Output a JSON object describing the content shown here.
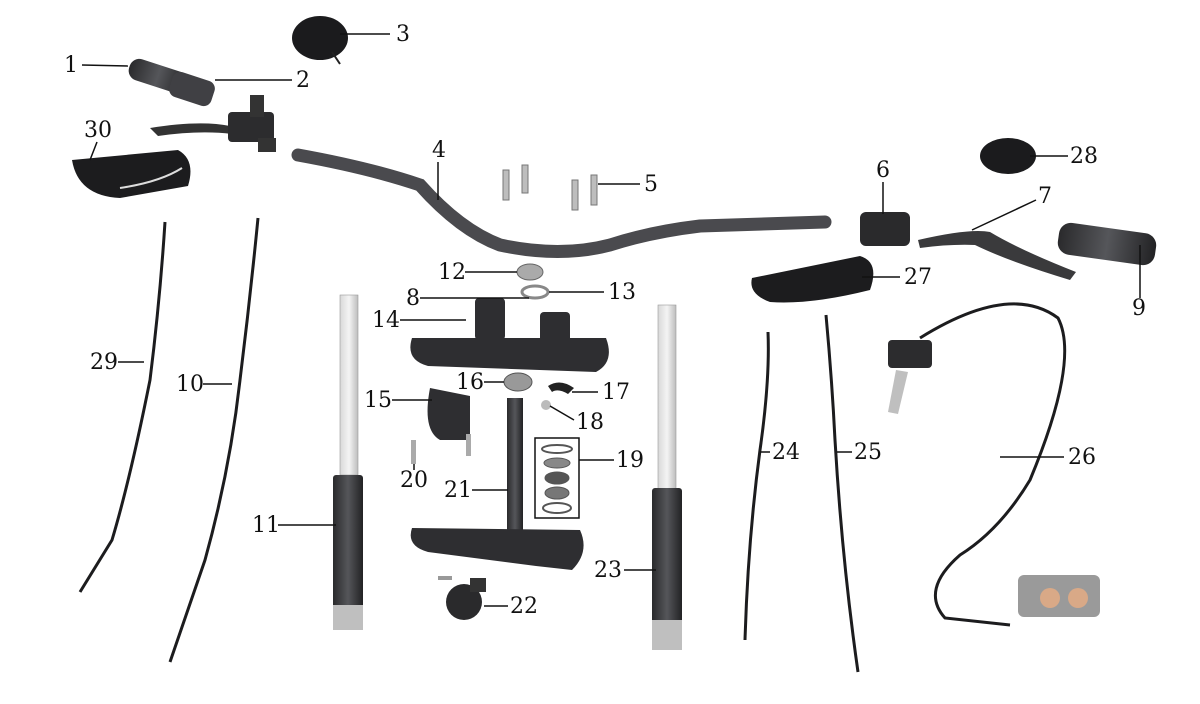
{
  "diagram": {
    "callouts": [
      {
        "id": "1",
        "label": "1"
      },
      {
        "id": "2",
        "label": "2"
      },
      {
        "id": "3",
        "label": "3"
      },
      {
        "id": "4",
        "label": "4"
      },
      {
        "id": "5",
        "label": "5"
      },
      {
        "id": "6",
        "label": "6"
      },
      {
        "id": "7",
        "label": "7"
      },
      {
        "id": "8",
        "label": "8"
      },
      {
        "id": "9",
        "label": "9"
      },
      {
        "id": "10",
        "label": "10"
      },
      {
        "id": "11",
        "label": "11"
      },
      {
        "id": "12",
        "label": "12"
      },
      {
        "id": "13",
        "label": "13"
      },
      {
        "id": "14",
        "label": "14"
      },
      {
        "id": "15",
        "label": "15"
      },
      {
        "id": "16",
        "label": "16"
      },
      {
        "id": "17",
        "label": "17"
      },
      {
        "id": "18",
        "label": "18"
      },
      {
        "id": "19",
        "label": "19"
      },
      {
        "id": "20",
        "label": "20"
      },
      {
        "id": "21",
        "label": "21"
      },
      {
        "id": "22",
        "label": "22"
      },
      {
        "id": "23",
        "label": "23"
      },
      {
        "id": "24",
        "label": "24"
      },
      {
        "id": "25",
        "label": "25"
      },
      {
        "id": "26",
        "label": "26"
      },
      {
        "id": "27",
        "label": "27"
      },
      {
        "id": "28",
        "label": "28"
      },
      {
        "id": "29",
        "label": "29"
      },
      {
        "id": "30",
        "label": "30"
      }
    ],
    "colors": {
      "part": "#3a3a3c",
      "part_dark": "#1f1f21",
      "metal": "#c9c9c9",
      "line": "#111111"
    }
  }
}
